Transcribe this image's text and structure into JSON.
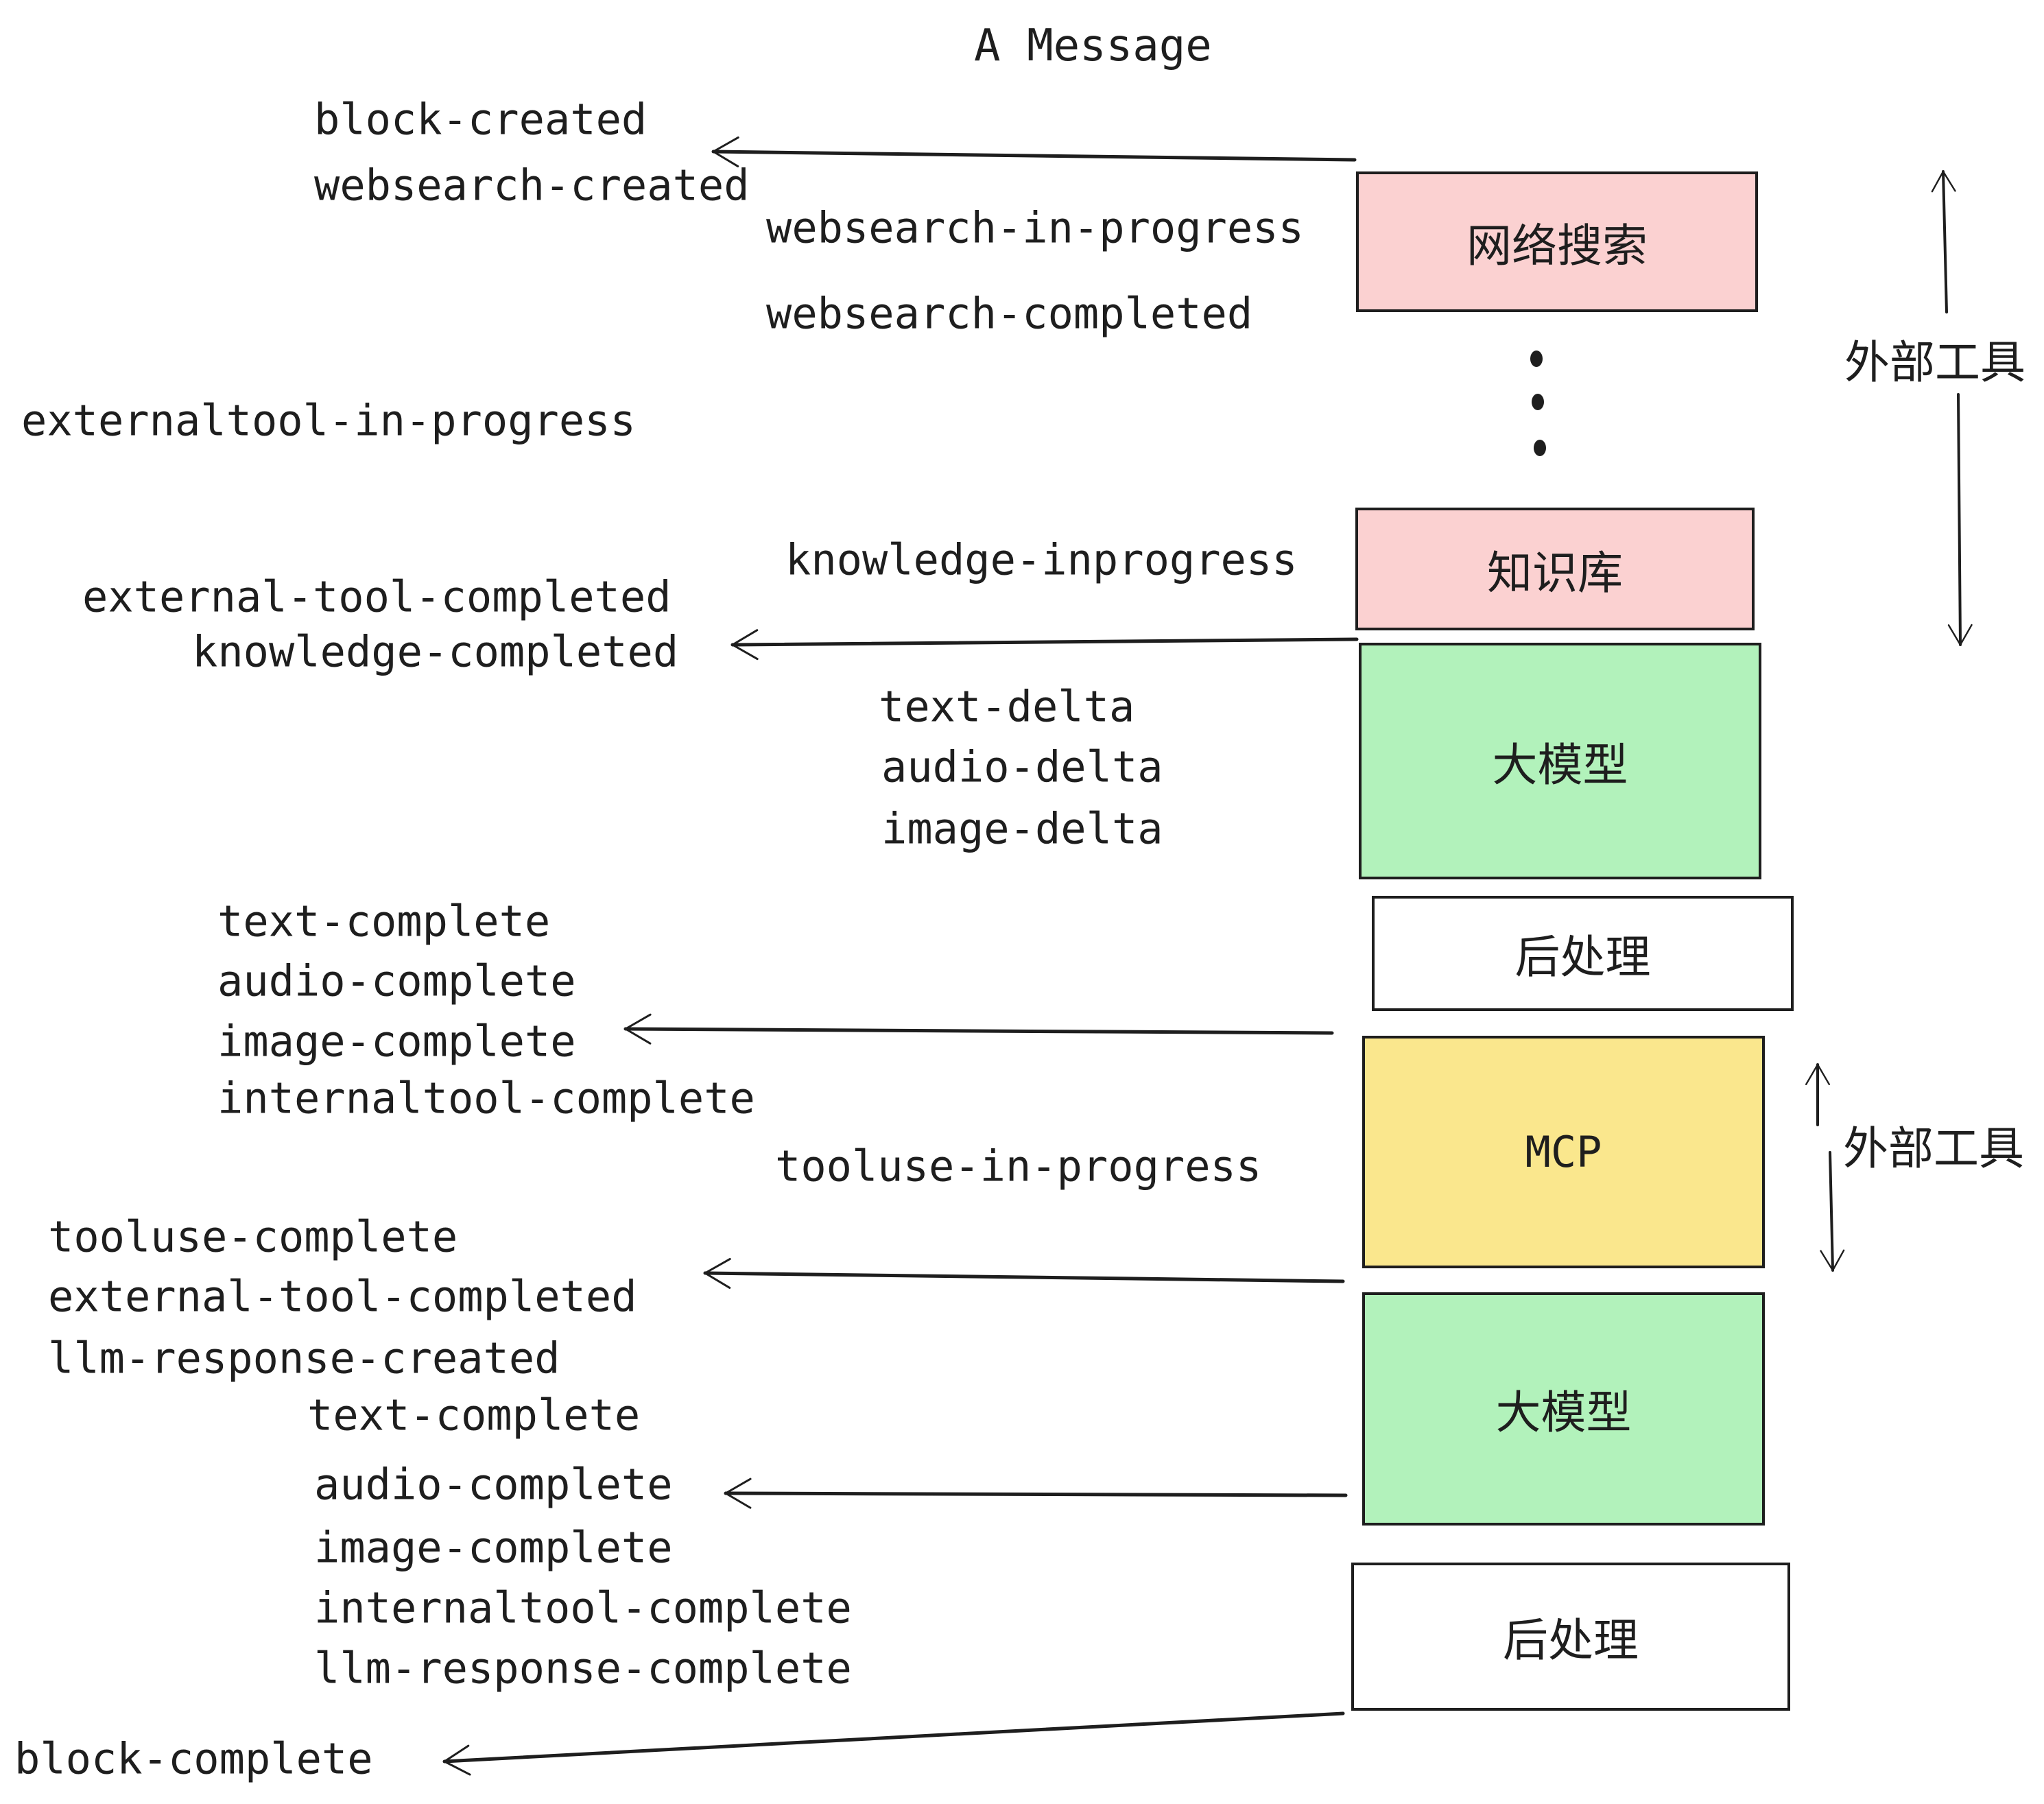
{
  "title": "A Message",
  "labels": [
    {
      "text": "block-created"
    },
    {
      "text": "websearch-created"
    },
    {
      "text": "websearch-in-progress"
    },
    {
      "text": "websearch-completed"
    },
    {
      "text": "externaltool-in-progress"
    },
    {
      "text": "knowledge-inprogress"
    },
    {
      "text": "external-tool-completed"
    },
    {
      "text": "knowledge-completed"
    },
    {
      "text": "text-delta"
    },
    {
      "text": "audio-delta"
    },
    {
      "text": "image-delta"
    },
    {
      "text": "text-complete"
    },
    {
      "text": "audio-complete"
    },
    {
      "text": "image-complete"
    },
    {
      "text": "internaltool-complete"
    },
    {
      "text": "tooluse-in-progress"
    },
    {
      "text": "tooluse-complete"
    },
    {
      "text": "external-tool-completed"
    },
    {
      "text": "llm-response-created"
    },
    {
      "text": "text-complete"
    },
    {
      "text": "audio-complete"
    },
    {
      "text": "image-complete"
    },
    {
      "text": "internaltool-complete"
    },
    {
      "text": "llm-response-complete"
    },
    {
      "text": "block-complete"
    }
  ],
  "boxes": [
    {
      "label": "网络搜索",
      "color": "#fbd1d1"
    },
    {
      "label": "知识库",
      "color": "#fbd1d1"
    },
    {
      "label": "大模型",
      "color": "#b2f2bb"
    },
    {
      "label": "后处理",
      "color": "#ffffff"
    },
    {
      "label": "MCP",
      "color": "#fae78d"
    },
    {
      "label": "大模型",
      "color": "#b2f2bb"
    },
    {
      "label": "后处理",
      "color": "#ffffff"
    }
  ],
  "side_labels": [
    {
      "text": "外部工具"
    },
    {
      "text": "外部工具"
    }
  ],
  "edges": [
    {
      "from": "websearch-box",
      "to": "block-created / websearch-created"
    },
    {
      "from": "knowledge-box",
      "to": "external-tool-completed / knowledge-completed"
    },
    {
      "from": "post-process-box-1",
      "to": "image-complete"
    },
    {
      "from": "mcp-box",
      "to": "tooluse-complete"
    },
    {
      "from": "llm-box-2",
      "to": "audio-complete"
    },
    {
      "from": "post-process-box-2",
      "to": "block-complete"
    },
    {
      "from": "external-tools-top",
      "to": "up-down-arrows"
    },
    {
      "from": "external-tools-mid",
      "to": "up-down-arrows"
    }
  ],
  "colors": {
    "background": "#ffffff",
    "stroke": "#1e1e1e",
    "pink": "#fbd1d1",
    "green": "#b2f2bb",
    "yellow": "#fae78d",
    "white_box": "#ffffff"
  },
  "decorations": {
    "ellipsis_dot_count": 3
  }
}
